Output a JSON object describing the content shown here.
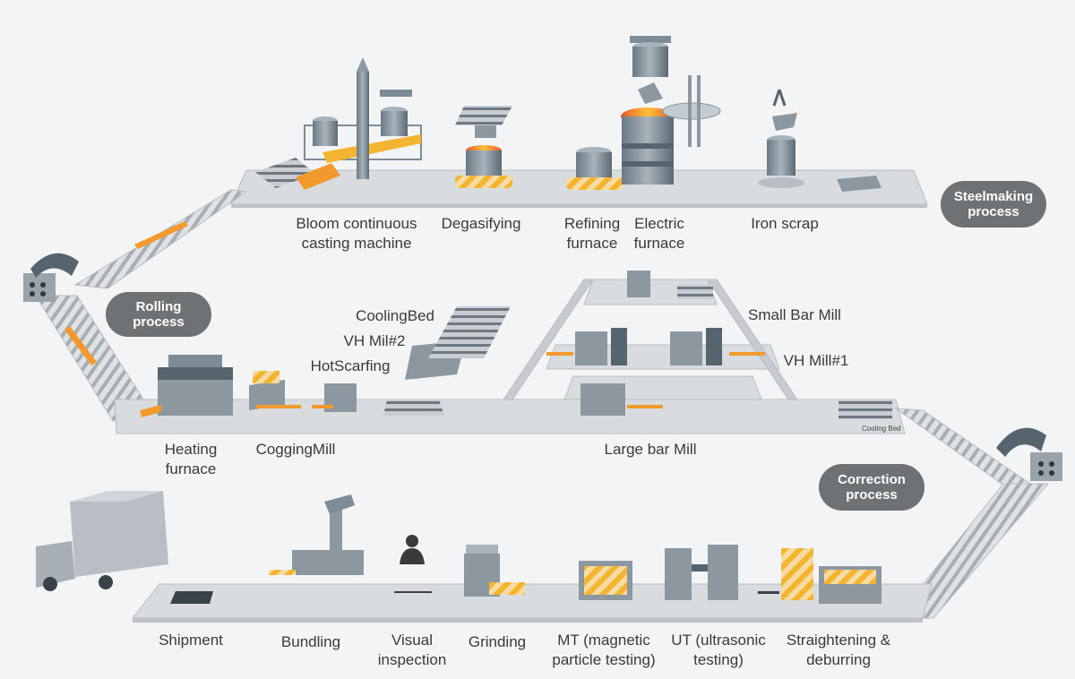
{
  "sections": {
    "steelmaking": [
      "Steelmaking",
      "process"
    ],
    "rolling": [
      "Rolling",
      "process"
    ],
    "correction": [
      "Correction",
      "process"
    ]
  },
  "steelmaking_steps": {
    "bloom": [
      "Bloom continuous",
      "casting machine"
    ],
    "degasifying": [
      "Degasifying"
    ],
    "refining": [
      "Refining",
      "furnace"
    ],
    "electric": [
      "Electric",
      "furnace"
    ],
    "iron_scrap": [
      "Iron scrap"
    ]
  },
  "rolling_steps": {
    "heating": [
      "Heating",
      "furnace"
    ],
    "cogging": "CoggingMill",
    "hotscarfing": "HotScarfing",
    "vh2": "VH Mil#2",
    "coolingbed": "CoolingBed",
    "small_bar": "Small Bar Mill",
    "vh1": "VH Mill#1",
    "large_bar": "Large bar Mill",
    "coolingbed_small": "Cooling Bed"
  },
  "correction_steps": {
    "shipment": [
      "Shipment"
    ],
    "bundling": [
      "Bundling"
    ],
    "visual": [
      "Visual",
      "inspection"
    ],
    "grinding": [
      "Grinding"
    ],
    "mt": [
      "MT (magnetic",
      "particle testing)"
    ],
    "ut": [
      "UT (ultrasonic",
      "testing)"
    ],
    "straightening": [
      "Straightening &",
      "deburring"
    ]
  },
  "colors": {
    "background": "#f3f4f5",
    "conveyor": "#d9dcdf",
    "conveyor_edge": "#b8bcc1",
    "machine": "#7d8c97",
    "machine_dark": "#56646e",
    "accent_orange": "#f29a2e",
    "pill": "#6f7275"
  }
}
